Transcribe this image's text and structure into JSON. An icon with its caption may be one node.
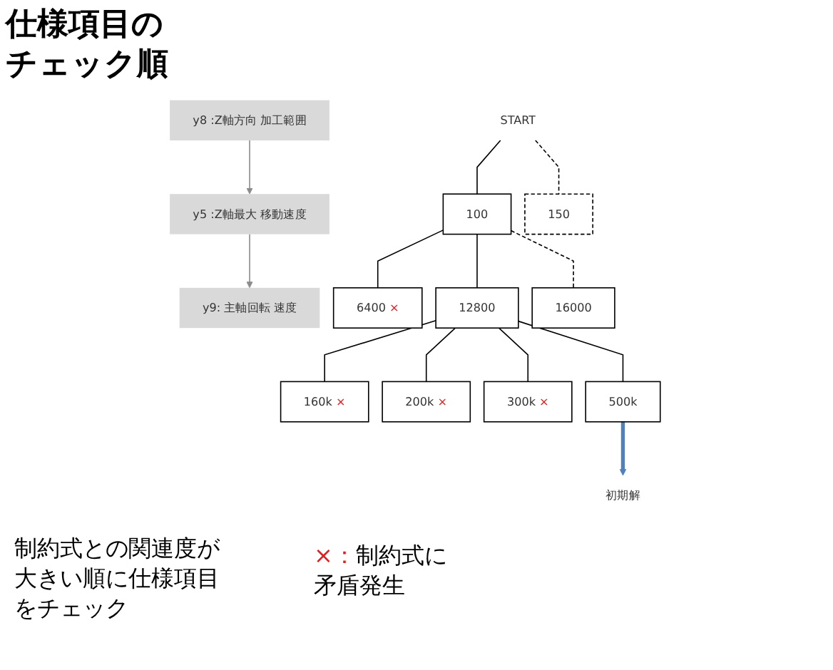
{
  "diagram": {
    "title": "仕様項目のチェック順",
    "nodes": [
      {
        "text": [
          "y8 :Z軸方向 加工範囲"
        ]
      },
      {
        "text": [
          "y5 :Z軸最大 移動速度"
        ]
      },
      {
        "text": [
          "y9: 主軸回転 速度"
        ]
      },
      {
        "text": [
          "START"
        ]
      },
      {
        "text": [
          "100"
        ]
      },
      {
        "text": [
          "150"
        ]
      },
      {
        "text": [
          "6400",
          "×"
        ]
      },
      {
        "text": [
          "12800"
        ]
      },
      {
        "text": [
          "16000"
        ]
      },
      {
        "text": [
          "160k",
          "×"
        ]
      },
      {
        "text": [
          "200k",
          "×"
        ]
      },
      {
        "text": [
          "300k",
          "×"
        ]
      },
      {
        "text": [
          "500k"
        ]
      },
      {
        "text": [
          "初期解"
        ]
      }
    ],
    "edges": [
      {
        "from": 0,
        "to": 1,
        "arrow": "to",
        "color": "#8c8c8c"
      },
      {
        "from": 1,
        "to": 2,
        "arrow": "to",
        "color": "#8c8c8c"
      },
      {
        "from": 3,
        "to": 4,
        "arrow": "none"
      },
      {
        "from": 3,
        "to": 5,
        "arrow": "none",
        "style": "dashed"
      },
      {
        "from": 4,
        "to": 6,
        "arrow": "none"
      },
      {
        "from": 4,
        "to": 7,
        "arrow": "none"
      },
      {
        "from": 4,
        "to": 8,
        "arrow": "none",
        "style": "dashed"
      },
      {
        "from": 7,
        "to": 9,
        "arrow": "none"
      },
      {
        "from": 7,
        "to": 10,
        "arrow": "none"
      },
      {
        "from": 7,
        "to": 11,
        "arrow": "none"
      },
      {
        "from": 7,
        "to": 12,
        "arrow": "none"
      },
      {
        "from": 12,
        "to": 13,
        "arrow": "to",
        "style": "thick",
        "color": "#4f81bd"
      }
    ],
    "labels": [
      "制約式との関連度が大きい順に仕様項目をチェック"
    ],
    "legend": [
      {
        "text": "×：制約式に矛盾発生"
      }
    ]
  }
}
